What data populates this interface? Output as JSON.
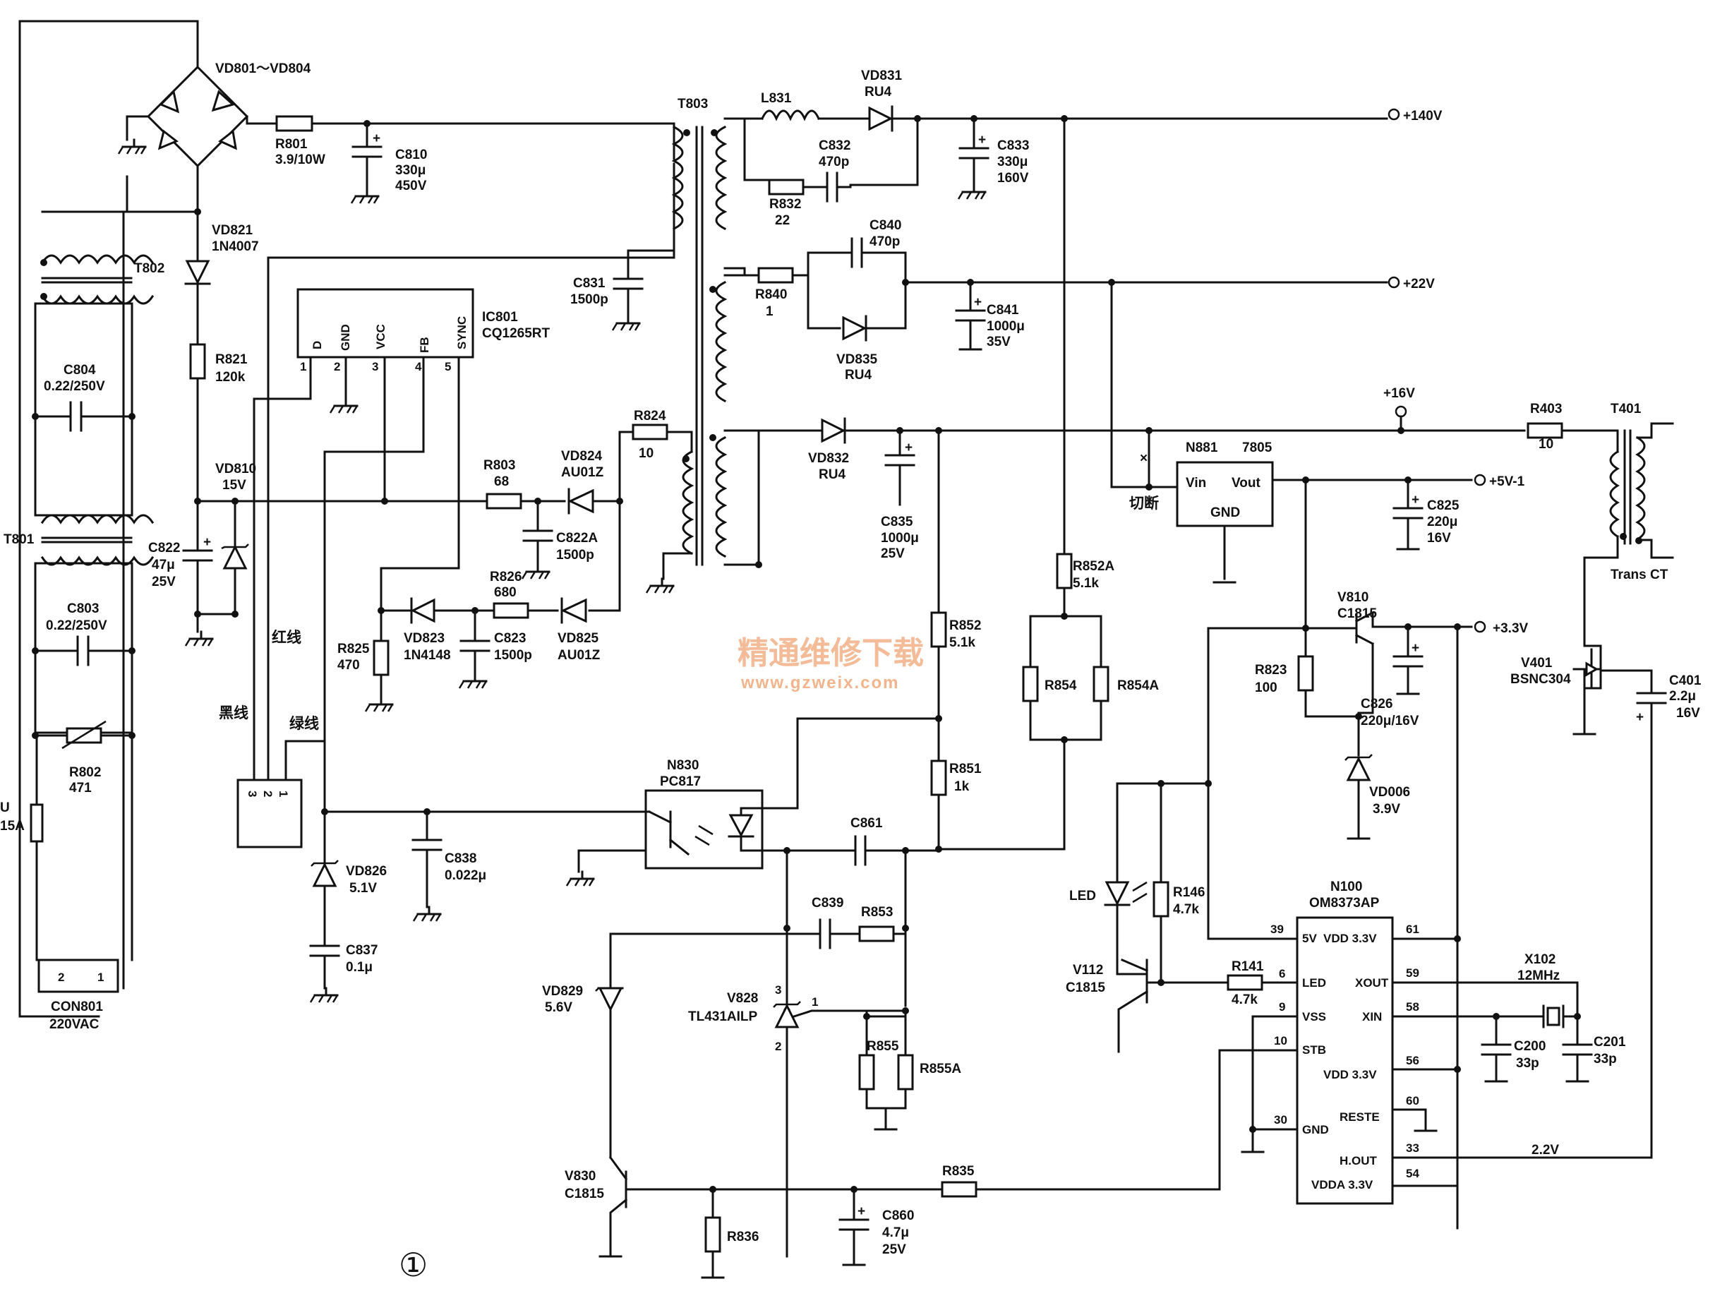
{
  "figure_number": "①",
  "watermark": {
    "cn": "精通维修下载",
    "url": "www.gzweix.com"
  },
  "rails": {
    "v140": "+140V",
    "v22": "+22V",
    "v16": "+16V",
    "v5": "+5V-1",
    "v33": "+3.3V",
    "v22b": "2.2V"
  },
  "wire_labels": {
    "red": "红线",
    "black": "黑线",
    "green": "绿线",
    "cut": "切断"
  },
  "components": {
    "vd801": "VD801～VD804",
    "r801": [
      "R801",
      "3.9/10W"
    ],
    "c810": [
      "C810",
      "330μ",
      "450V"
    ],
    "t803": "T803",
    "l831": "L831",
    "vd831": [
      "VD831",
      "RU4"
    ],
    "c832": [
      "C832",
      "470p"
    ],
    "r832": [
      "R832",
      "22"
    ],
    "c833": [
      "C833",
      "330μ",
      "160V"
    ],
    "c840": [
      "C840",
      "470p"
    ],
    "r840": [
      "R840",
      "1"
    ],
    "vd835": [
      "VD835",
      "RU4"
    ],
    "c841": [
      "C841",
      "1000μ",
      "35V"
    ],
    "c831": [
      "C831",
      "1500p"
    ],
    "vd821": [
      "VD821",
      "1N4007"
    ],
    "t802": "T802",
    "c804": [
      "C804",
      "0.22/250V"
    ],
    "r821": [
      "R821",
      "120k"
    ],
    "ic801": [
      "IC801",
      "CQ1265RT"
    ],
    "ic801_pins": [
      "D",
      "GND",
      "VCC",
      "FB",
      "SYNC"
    ],
    "vd810": [
      "VD810",
      "15V"
    ],
    "r824": [
      "R824",
      "10"
    ],
    "vd832": [
      "VD832",
      "RU4"
    ],
    "c835": [
      "C835",
      "1000μ",
      "25V"
    ],
    "r403": [
      "R403",
      "10"
    ],
    "t401": "T401",
    "trans_ct": "Trans CT",
    "n881": [
      "N881",
      "7805"
    ],
    "n881_pins": [
      "Vin",
      "Vout",
      "GND"
    ],
    "c825": [
      "C825",
      "220μ",
      "16V"
    ],
    "r803": [
      "R803",
      "68"
    ],
    "vd824": [
      "VD824",
      "AU01Z"
    ],
    "c822a": [
      "C822A",
      "1500p"
    ],
    "t801": "T801",
    "c822": [
      "C822",
      "47μ",
      "25V"
    ],
    "r826": [
      "R826",
      "680"
    ],
    "r825": [
      "R825",
      "470"
    ],
    "vd823": [
      "VD823",
      "1N4148"
    ],
    "c823": [
      "C823",
      "1500p"
    ],
    "vd825": [
      "VD825",
      "AU01Z"
    ],
    "c803": [
      "C803",
      "0.22/250V"
    ],
    "r852a": [
      "R852A",
      "5.1k"
    ],
    "r852": [
      "R852",
      "5.1k"
    ],
    "r854": "R854",
    "r854a": "R854A",
    "v810": [
      "V810",
      "C1815"
    ],
    "r823": [
      "R823",
      "100"
    ],
    "c826": [
      "C826",
      "220μ/16V"
    ],
    "v401": [
      "V401",
      "BSNC304"
    ],
    "c401": [
      "C401",
      "2.2μ",
      "16V"
    ],
    "r802": [
      "R802",
      "471"
    ],
    "fuse": [
      "U",
      "15A"
    ],
    "n830": [
      "N830",
      "PC817"
    ],
    "r851": [
      "R851",
      "1k"
    ],
    "vd006": [
      "VD006",
      "3.9V"
    ],
    "c861": "C861",
    "c838": [
      "C838",
      "0.022μ"
    ],
    "vd826": [
      "VD826",
      "5.1V"
    ],
    "led": "LED",
    "r146": [
      "R146",
      "4.7k"
    ],
    "n100": [
      "N100",
      "OM8373AP"
    ],
    "c839": "C839",
    "r853": "R853",
    "c837": [
      "C837",
      "0.1μ"
    ],
    "v112": [
      "V112",
      "C1815"
    ],
    "r141": [
      "R141",
      "4.7k"
    ],
    "x102": [
      "X102",
      "12MHz"
    ],
    "con801": [
      "CON801",
      "220VAC"
    ],
    "vd829": [
      "VD829",
      "5.6V"
    ],
    "v828": [
      "V828",
      "TL431AILP"
    ],
    "r855": "R855",
    "r855a": "R855A",
    "c200": [
      "C200",
      "33p"
    ],
    "c201": [
      "C201",
      "33p"
    ],
    "v830": [
      "V830",
      "C1815"
    ],
    "r835": "R835",
    "r836": "R836",
    "c860": [
      "C860",
      "4.7μ",
      "25V"
    ]
  },
  "n100_pins": {
    "left": [
      [
        "39",
        "5V"
      ],
      [
        "6",
        "LED"
      ],
      [
        "9",
        "VSS"
      ],
      [
        "10",
        "STB"
      ],
      [
        "30",
        "GND"
      ]
    ],
    "right": [
      [
        "61",
        "VDD 3.3V"
      ],
      [
        "59",
        "XOUT"
      ],
      [
        "58",
        "XIN"
      ],
      [
        "56",
        "VDD 3.3V"
      ],
      [
        "60",
        "RESTE"
      ],
      [
        "33",
        "H.OUT"
      ],
      [
        "54",
        "VDDA 3.3V"
      ]
    ]
  },
  "pin_numbers": {
    "ic801": [
      "1",
      "2",
      "3",
      "4",
      "5"
    ],
    "connector_3pin": [
      "3",
      "2",
      "1"
    ],
    "con801": [
      "2",
      "1"
    ],
    "v828": [
      "3",
      "1",
      "2"
    ]
  }
}
